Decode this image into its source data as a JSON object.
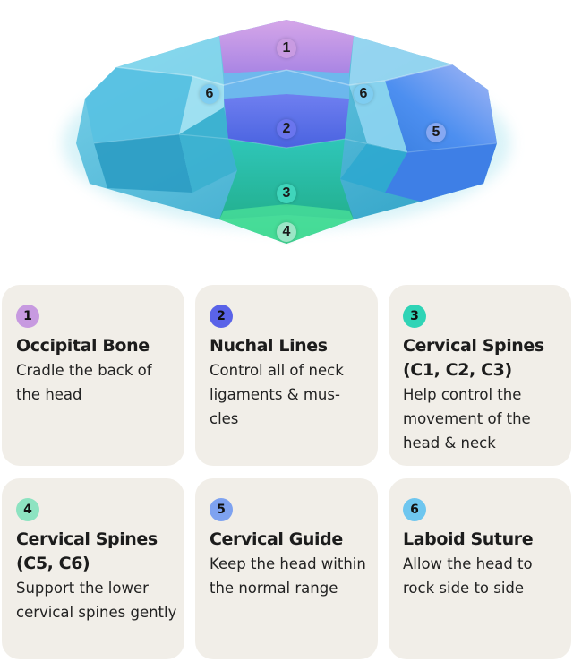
{
  "pillow_image": {
    "icon": "neck-pillow-illustration"
  },
  "markers": [
    "1",
    "2",
    "3",
    "4",
    "5",
    "6",
    "6"
  ],
  "colors": {
    "num_1": "#c79ae0",
    "num_2": "#5a63e8",
    "num_3": "#2fd4b6",
    "num_4": "#8de3c1",
    "num_5": "#7ea2f0",
    "num_6": "#6ec6ef",
    "card_bg": "#f1eee8"
  },
  "cards": [
    {
      "num": "1",
      "title": "Occipital Bone",
      "desc": "Cradle the back of the head"
    },
    {
      "num": "2",
      "title": "Nuchal Lines",
      "desc": "Control all of neck ligaments & mus-cles"
    },
    {
      "num": "3",
      "title": "Cervical Spines (C1, C2, C3)",
      "desc": "Help control the movement of the head & neck"
    },
    {
      "num": "4",
      "title": "Cervical Spines (C5, C6)",
      "desc": "Support the lower cervical spines gently"
    },
    {
      "num": "5",
      "title": "Cervical Guide",
      "desc": "Keep the head within the normal range"
    },
    {
      "num": "6",
      "title": "Laboid Suture",
      "desc": "Allow the head to rock side to side"
    }
  ]
}
